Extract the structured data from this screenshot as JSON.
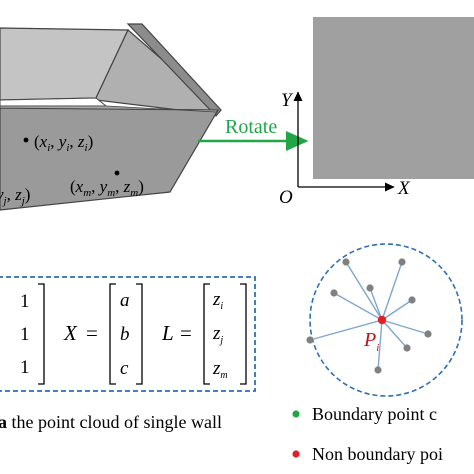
{
  "labels": {
    "rotate": "Rotate",
    "axis_y": "Y",
    "axis_x": "X",
    "origin": "O",
    "matrix_x": "X",
    "matrix_l": "L",
    "equals": "=",
    "point_i": "P",
    "point_i_sub": "i"
  },
  "wall_points": {
    "p_i": {
      "x": "x",
      "y": "y",
      "z": "z",
      "sub": "i"
    },
    "p_j": {
      "y": "y",
      "z": "z",
      "sub": "j"
    },
    "p_m": {
      "x": "x",
      "y": "y",
      "z": "z",
      "sub": "m"
    }
  },
  "matrices": {
    "ones": [
      "1",
      "1",
      "1"
    ],
    "x_vec": [
      "a",
      "b",
      "c"
    ],
    "l_vec": [
      {
        "base": "z",
        "sub": "i"
      },
      {
        "base": "z",
        "sub": "j"
      },
      {
        "base": "z",
        "sub": "m"
      }
    ]
  },
  "legend": {
    "boundary": "Boundary point c",
    "non_boundary": "Non boundary poi"
  },
  "caption": {
    "bold_prefix": "a",
    "text": " the point cloud of single wall"
  },
  "colors": {
    "wall_front": "#9a9a9a",
    "wall_top": "#c4c4c4",
    "plane": "#a0a0a0",
    "arrow_green": "#21a647",
    "dashed_blue": "#2d6fb5",
    "neighbor_line": "#7fa6cf",
    "neighbor_dot": "#808080",
    "center_red": "#e0202a",
    "boundary_dot": "#21a647",
    "nonboundary_dot": "#e0202a",
    "text_red": "#c0121c"
  },
  "icons": {
    "rotate_arrow": "arrow-right-icon",
    "axis": "axis-arrow-icon"
  }
}
